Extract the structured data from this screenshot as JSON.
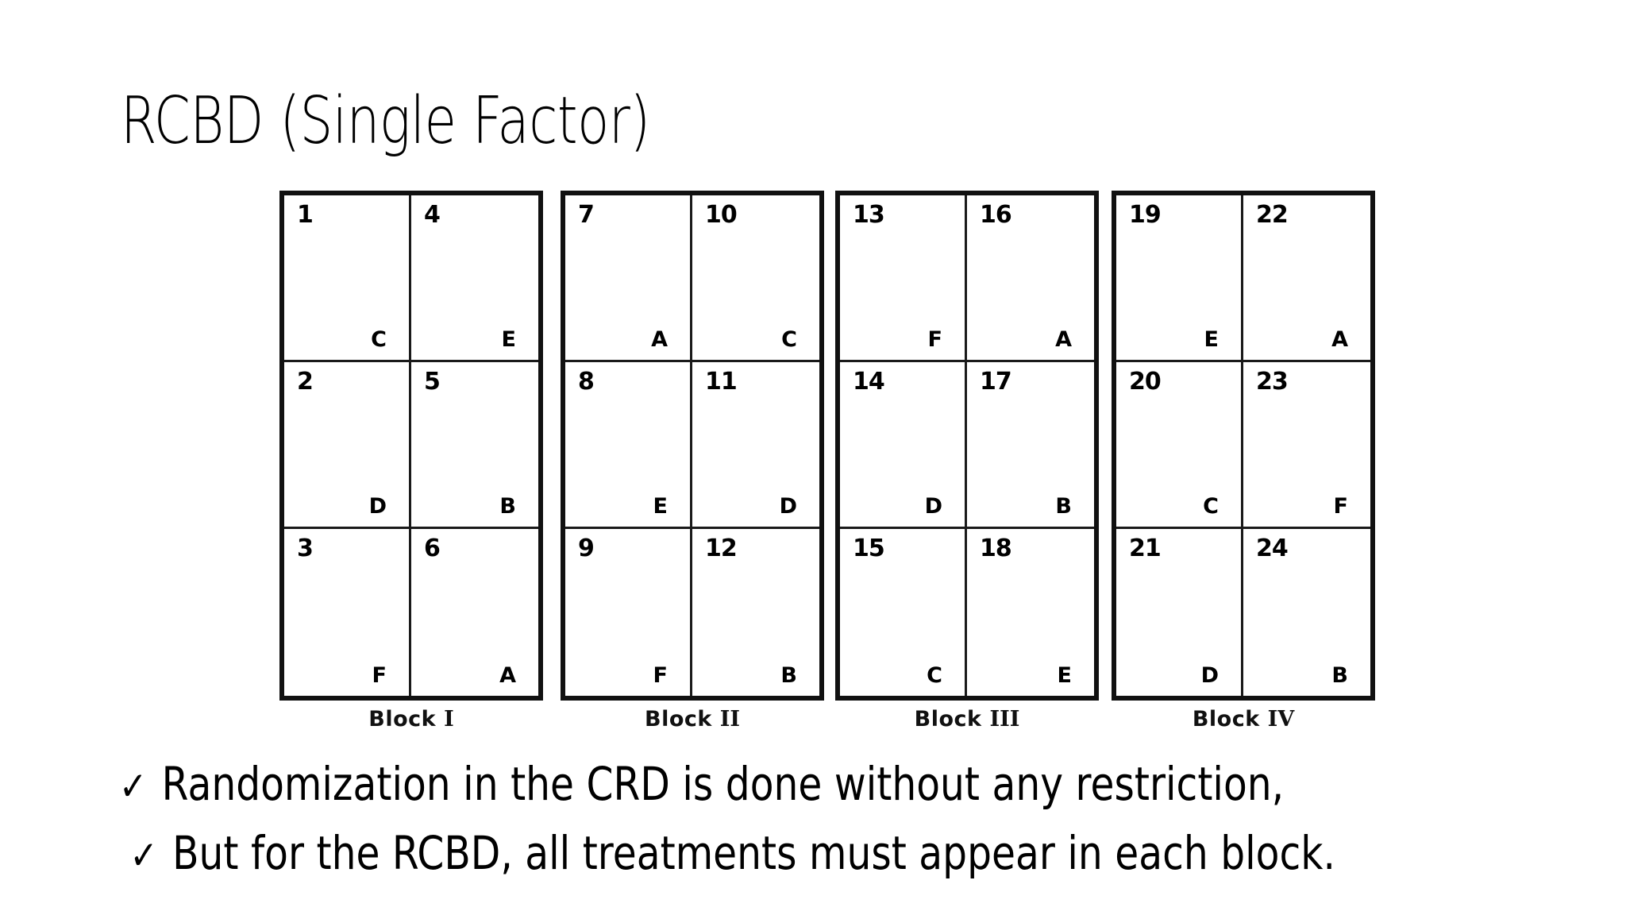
{
  "slide": {
    "title": "RCBD (Single Factor)",
    "background_color": "#ffffff",
    "text_color": "#000000"
  },
  "figure": {
    "treatments": [
      "A",
      "B",
      "C",
      "D",
      "E",
      "F"
    ],
    "blocks": [
      {
        "caption_word": "Block",
        "caption_numeral": "I",
        "cells": [
          {
            "number": "1",
            "treatment": "C"
          },
          {
            "number": "4",
            "treatment": "E"
          },
          {
            "number": "2",
            "treatment": "D"
          },
          {
            "number": "5",
            "treatment": "B"
          },
          {
            "number": "3",
            "treatment": "F"
          },
          {
            "number": "6",
            "treatment": "A"
          }
        ]
      },
      {
        "caption_word": "Block",
        "caption_numeral": "II",
        "cells": [
          {
            "number": "7",
            "treatment": "A"
          },
          {
            "number": "10",
            "treatment": "C"
          },
          {
            "number": "8",
            "treatment": "E"
          },
          {
            "number": "11",
            "treatment": "D"
          },
          {
            "number": "9",
            "treatment": "F"
          },
          {
            "number": "12",
            "treatment": "B"
          }
        ]
      },
      {
        "caption_word": "Block",
        "caption_numeral": "III",
        "cells": [
          {
            "number": "13",
            "treatment": "F"
          },
          {
            "number": "16",
            "treatment": "A"
          },
          {
            "number": "14",
            "treatment": "D"
          },
          {
            "number": "17",
            "treatment": "B"
          },
          {
            "number": "15",
            "treatment": "C"
          },
          {
            "number": "18",
            "treatment": "E"
          }
        ]
      },
      {
        "caption_word": "Block",
        "caption_numeral": "IV",
        "cells": [
          {
            "number": "19",
            "treatment": "E"
          },
          {
            "number": "22",
            "treatment": "A"
          },
          {
            "number": "20",
            "treatment": "C"
          },
          {
            "number": "23",
            "treatment": "F"
          },
          {
            "number": "21",
            "treatment": "D"
          },
          {
            "number": "24",
            "treatment": "B"
          }
        ]
      }
    ]
  },
  "bullets": {
    "mark": "✓",
    "lines": [
      "Randomization in the CRD is done without any restriction,",
      "But for the RCBD, all treatments must appear in each block."
    ]
  }
}
